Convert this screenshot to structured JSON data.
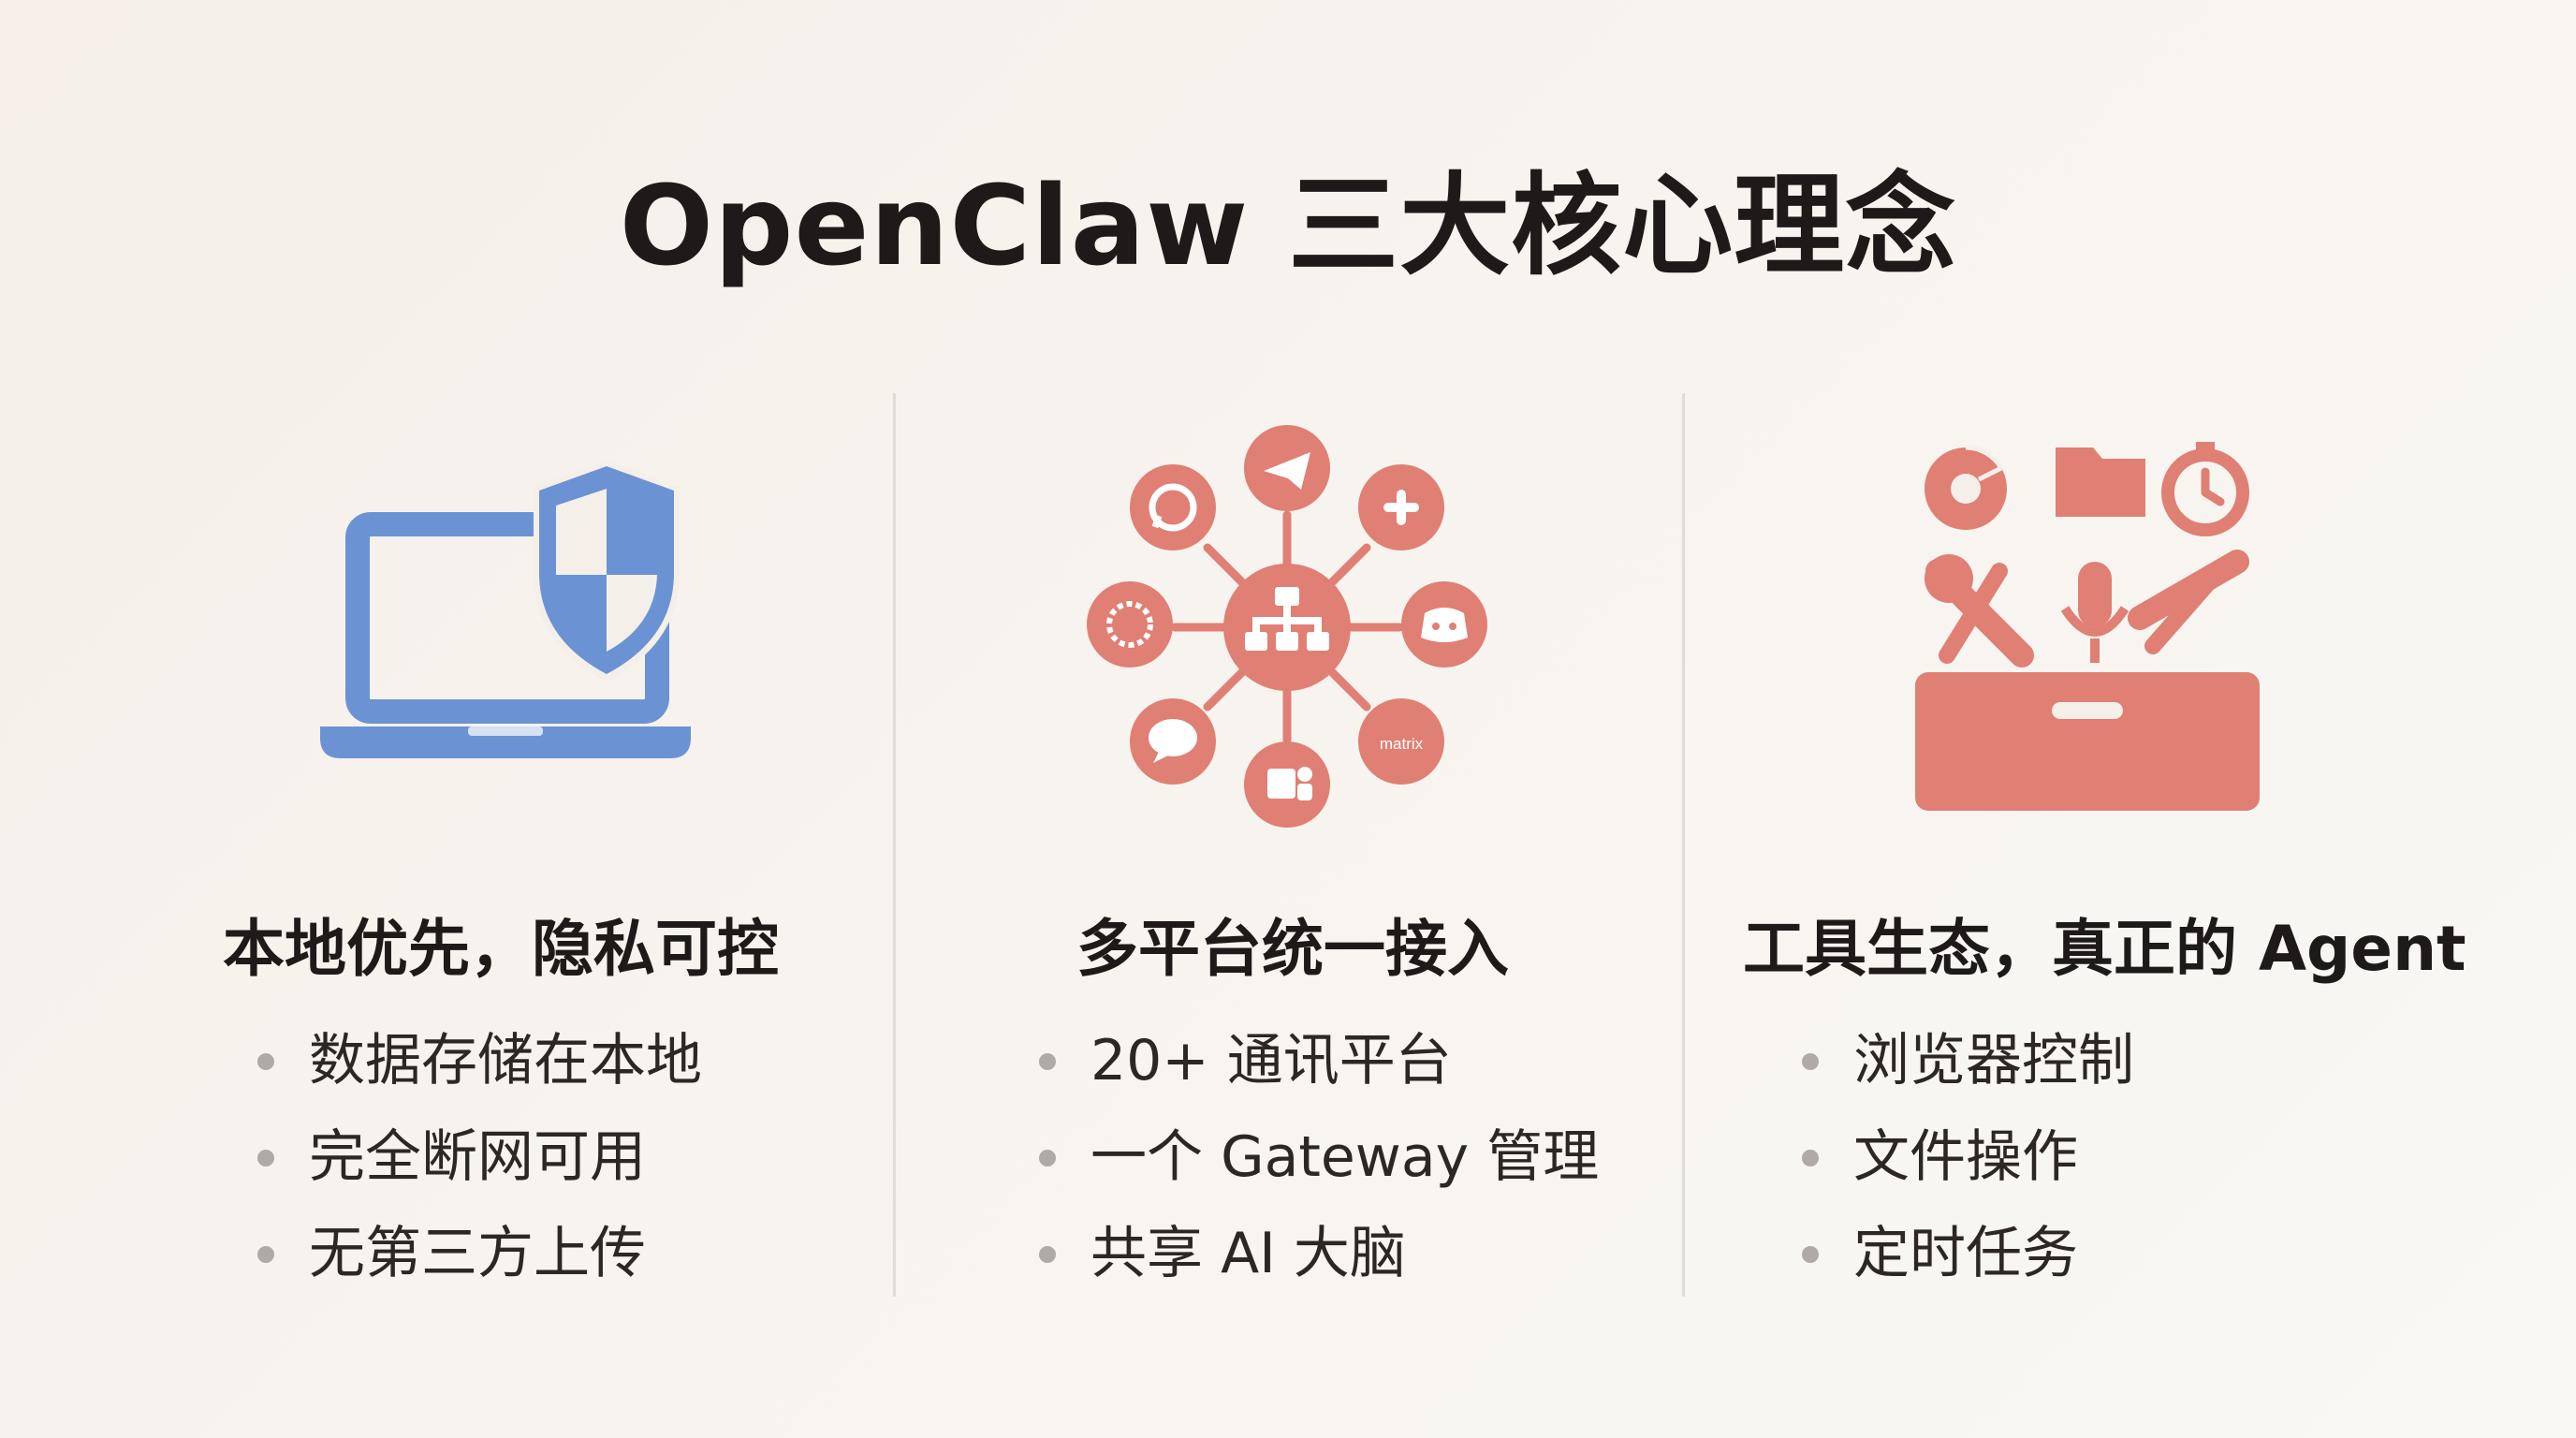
{
  "title": "OpenClaw 三大核心理念",
  "colors": {
    "blue_accent": "#6b93d4",
    "coral_accent": "#e07f74",
    "text": "#1e1a19",
    "bullet_dot": "#b0aaa6"
  },
  "columns": [
    {
      "heading": "本地优先，隐私可控",
      "icon": "laptop-shield-icon",
      "bullets": [
        "数据存储在本地",
        "完全断网可用",
        "无第三方上传"
      ]
    },
    {
      "heading": "多平台统一接入",
      "icon": "platform-hub-icon",
      "hub_labels": {
        "matrix": "matrix"
      },
      "bullets": [
        "20+ 通讯平台",
        "一个 Gateway 管理",
        "共享 AI 大脑"
      ]
    },
    {
      "heading": "工具生态，真正的 Agent",
      "icon": "toolbox-icon",
      "bullets": [
        "浏览器控制",
        "文件操作",
        "定时任务"
      ]
    }
  ]
}
